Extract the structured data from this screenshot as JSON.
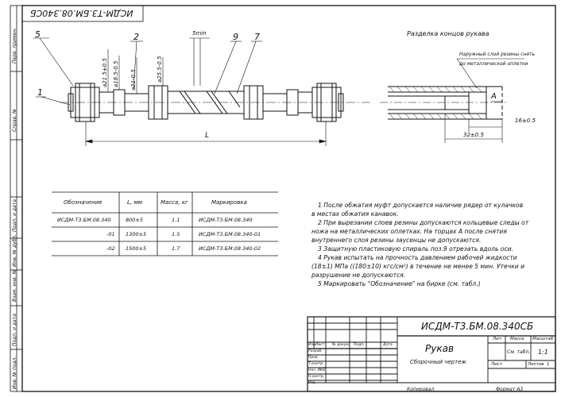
{
  "stamp_top": "ИСДМ-Т3.БМ.08.340СБ",
  "detail_title": "Разделка концов рукава",
  "callouts": [
    "Наружный слой резины снять",
    "до металлической оплетки"
  ],
  "positions": [
    "5",
    "2",
    "9",
    "7",
    "1"
  ],
  "dims": {
    "d1": "⌀21.5±0.5",
    "d2": "⌀18.5-0.5",
    "d3": "⌀21-0.5",
    "d4": "⌀25.5-0.5",
    "gap": "5min",
    "length": "L",
    "detail_a": "A",
    "detail_len1": "16±0.5",
    "detail_len2": "32±0.5"
  },
  "table": {
    "headers": [
      "Обозначение",
      "L, мм",
      "Масса, кг",
      "Маркировка"
    ],
    "rows": [
      [
        "ИСДМ-Т3.БМ.08.340",
        "800±5",
        "1.1",
        "ИСДМ-Т3.БМ.08.340"
      ],
      [
        "-01",
        "1300±5",
        "1.5",
        "ИСДМ-Т3.БМ.08.340-01"
      ],
      [
        "-02",
        "1500±5",
        "1.7",
        "ИСДМ-Т3.БМ.08.340-02"
      ]
    ]
  },
  "notes": [
    "1 После обжатия муфт допускается наличие рядер от кулачков",
    "в местах обжатия канавок.",
    "2 При вырезании слоев резины допускаются кольцевые следы от",
    "ножа на металлических оплетках. На торцах А после снятия",
    "внутреннего слоя резины заусенцы не допускаются.",
    "3 Защитную пластиковую спираль поз.9 отрезать вдоль оси.",
    "4 Рукав испытать на прочность давлением рабочей жидкости",
    "(18±1) МПа ((180±10) кгс/см²) в течение не менее 5 мин. Утечки и",
    "разрушение не допускаются.",
    "5 Маркировать \"Обозначение\" на бирке (см. табл.)"
  ],
  "titleblock": {
    "designation": "ИСДМ-Т3.БМ.08.340СБ",
    "name": "Рукав",
    "doc_type": "Сборочный чертеж",
    "cols": [
      "Изм.",
      "Лист",
      "№ докум.",
      "Подп.",
      "Дата"
    ],
    "roles": [
      "Разраб.",
      "Пров.",
      "Т.контр.",
      "Нач. ИКБ",
      "Н.контр.",
      "Утв."
    ],
    "lit_header": "Лит.",
    "mass_header": "Масса",
    "scale_header": "Масштаб",
    "mass_value": "См. табл.",
    "scale_value": "1:1",
    "sheet_label": "Лист",
    "sheets_label": "Листов",
    "sheets_value": "1",
    "copied": "Копировал",
    "format": "Формат  А3"
  },
  "sidebar": [
    "Перв. примен.",
    "Справ. №",
    "Подп. и дата",
    "Инв. № дубл.",
    "Взам. инв. №",
    "Подп. и дата",
    "Инв. № подл."
  ]
}
